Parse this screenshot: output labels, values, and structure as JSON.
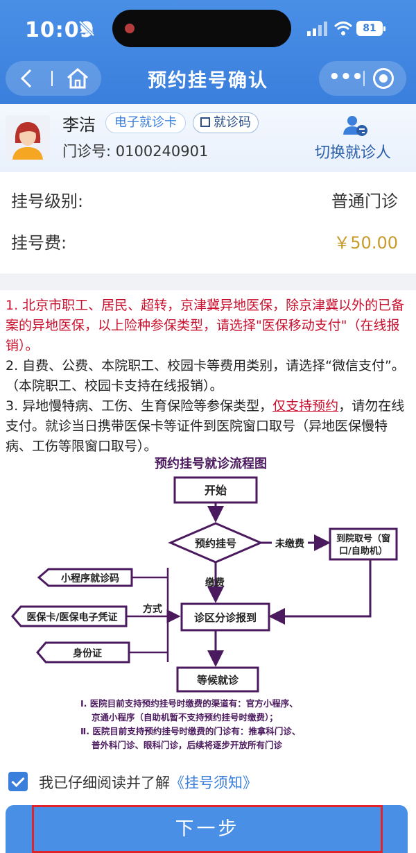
{
  "status_bar": {
    "time": "10:09",
    "battery": "81"
  },
  "nav": {
    "title": "预约挂号确认"
  },
  "patient": {
    "name": "李洁",
    "card_tag": "电子就诊卡",
    "code_tag": "就诊码",
    "clinic_no_label": "门诊号: 0100240901",
    "switch_label": "切换就诊人"
  },
  "fee": {
    "level_label": "挂号级别:",
    "level_value": "普通门诊",
    "fee_label": "挂号费:",
    "fee_value": "￥50.00"
  },
  "notice": {
    "p1_red": "1. 北京市职工、居民、超转，京津冀异地医保，除京津冀以外的已备案的异地医保，以上险种参保类型，请选择\"医保移动支付\"（在线报销）。",
    "p2": "2. 自费、公费、本院职工、校园卡等费用类别，请选择“微信支付”。（本院职工、校园卡支持在线报销）。",
    "p3_a": "3. 异地慢特病、工伤、生育保险等参保类型，",
    "p3_link": "仅支持预约",
    "p3_b": "，请勿在线支付。就诊当日携带医保卡等证件到医院窗口取号（异地医保慢特病、工伤等限窗口取号）。"
  },
  "flowchart": {
    "title": "预约挂号就诊流程图",
    "start": "开始",
    "book": "预约挂号",
    "unpaid": "未缴费",
    "counter_line1": "到院取号（窗",
    "counter_line2": "口/自助机）",
    "paid": "缴费",
    "mini_code": "小程序就诊码",
    "method": "方式",
    "insurance_card": "医保卡/医保电子凭证",
    "id_card": "身份证",
    "triage": "诊区分诊报到",
    "wait": "等候就诊",
    "note1a": "Ⅰ. 医院目前支持预约挂号时缴费的渠道有：官方小程序、",
    "note1b": "京通小程序（自助机暂不支持预约挂号时缴费）；",
    "note2a": "Ⅱ. 医院目前支持预约挂号时缴费的门诊有：推拿科门诊、",
    "note2b": "普外科门诊、眼科门诊，后续将逐步开放所有门诊"
  },
  "agree": {
    "text": "我已仔细阅读并了解",
    "link": "《挂号须知》"
  },
  "button": {
    "next": "下一步"
  },
  "colors": {
    "primary": "#3a7fdc",
    "notice_red": "#c8102e",
    "price_gold": "#c89a2a",
    "flow_purple": "#4b1a5e"
  }
}
